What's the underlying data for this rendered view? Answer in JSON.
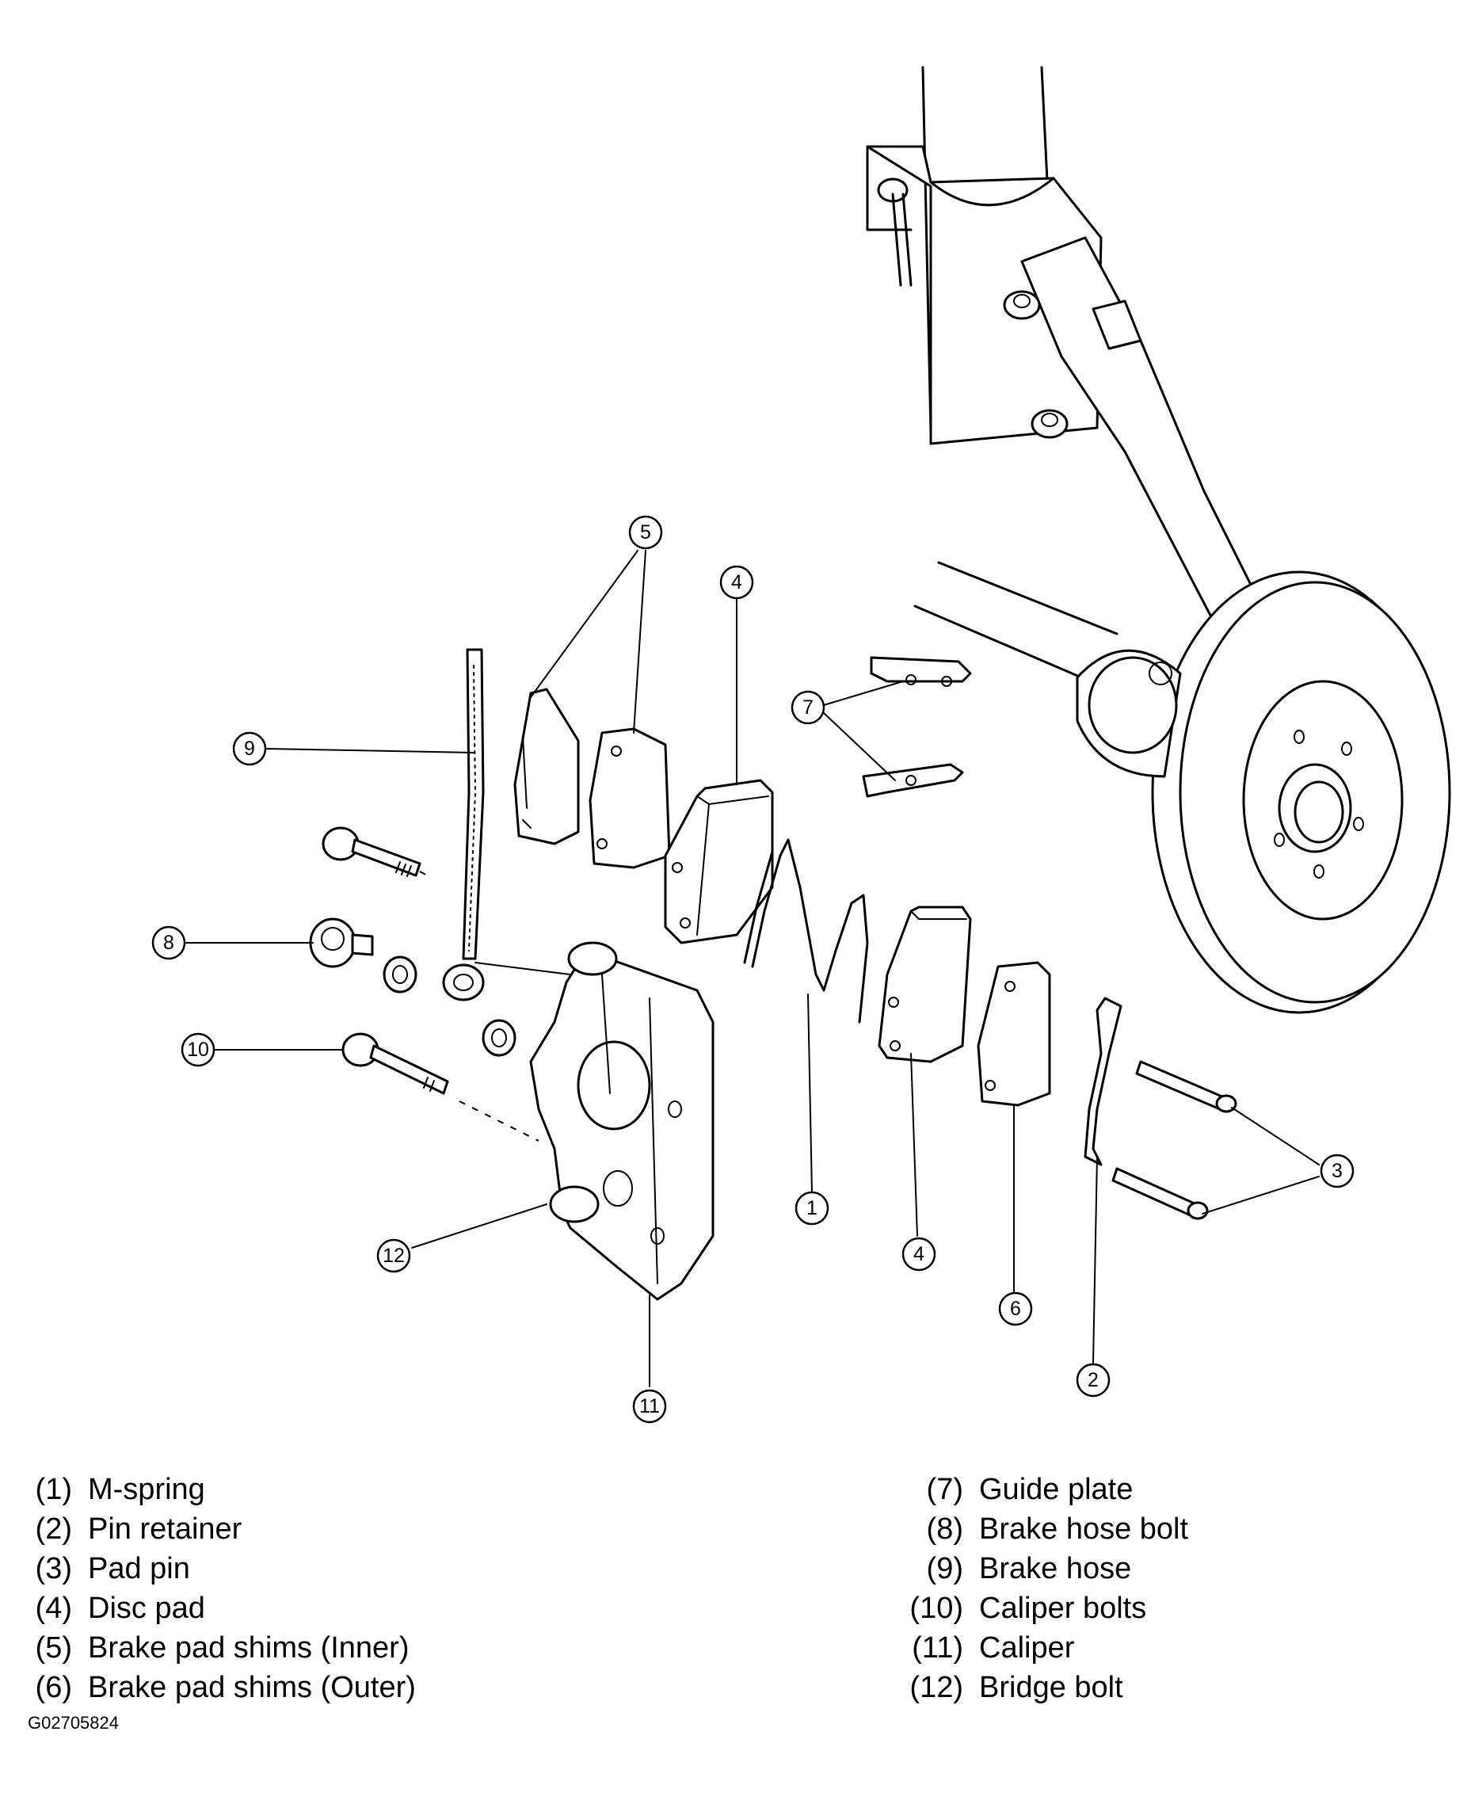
{
  "callouts": {
    "c1": "1",
    "c2": "2",
    "c3": "3",
    "c4a": "4",
    "c4b": "4",
    "c5": "5",
    "c6": "6",
    "c7": "7",
    "c8": "8",
    "c9": "9",
    "c10": "10",
    "c11": "11",
    "c12": "12"
  },
  "legend": {
    "left": [
      {
        "num": "(1)",
        "label": "M-spring"
      },
      {
        "num": "(2)",
        "label": "Pin retainer"
      },
      {
        "num": "(3)",
        "label": "Pad pin"
      },
      {
        "num": "(4)",
        "label": "Disc pad"
      },
      {
        "num": "(5)",
        "label": "Brake pad shims (Inner)"
      },
      {
        "num": "(6)",
        "label": "Brake pad shims (Outer)"
      }
    ],
    "right": [
      {
        "num": "(7)",
        "label": "Guide plate"
      },
      {
        "num": "(8)",
        "label": "Brake hose bolt"
      },
      {
        "num": "(9)",
        "label": "Brake hose"
      },
      {
        "num": "(10)",
        "label": "Caliper bolts"
      },
      {
        "num": "(11)",
        "label": "Caliper"
      },
      {
        "num": "(12)",
        "label": "Bridge bolt"
      }
    ]
  },
  "figure_code": "G02705824"
}
